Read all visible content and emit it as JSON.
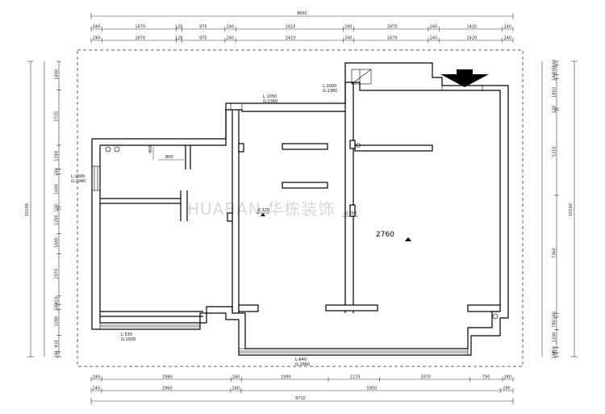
{
  "dimensions": {
    "top_total": "9660",
    "top_row1": [
      "240",
      "1670",
      "120",
      "970",
      "240",
      "2410",
      "240",
      "1670",
      "240",
      "1420",
      "240"
    ],
    "top_row2": [
      "240",
      "1670",
      "120",
      "970",
      "240",
      "2410",
      "240",
      "1670",
      "240",
      "1420",
      "240"
    ],
    "bottom_row1": [
      "240",
      "2960",
      "240",
      "1990",
      "1170",
      "2070",
      "750",
      "240"
    ],
    "bottom_row2": [
      "240",
      "2960",
      "240",
      "5950",
      "290"
    ],
    "bottom_total": "9710",
    "left_total": "10100",
    "left_col": [
      "1400",
      "2720",
      "1180",
      "240",
      "1600",
      "120",
      "1200",
      "1000",
      "2070",
      "410",
      "240",
      "1280",
      "810",
      "240"
    ],
    "right_col": [
      "240",
      "600",
      "240",
      "1850",
      "120",
      "5310",
      "7360",
      "240",
      "780",
      "1100",
      "350",
      "240"
    ],
    "right_total": "10100"
  },
  "annotations": {
    "door_width": "800",
    "door_height": "400",
    "window_left_l": "L:1000",
    "window_left_g": "G:1940",
    "window_mid_l": "L:1050",
    "window_mid_g": "G:1360",
    "window_right_l": "L:1000",
    "window_right_g": "G:1360",
    "sill_left_l": "L:530",
    "sill_left_g": "G:1930",
    "sill_bottom_l": "L:640",
    "sill_bottom_g": "G:1660"
  },
  "levels": {
    "level_mid": "-0.320",
    "level_right": "-0.250",
    "ceiling_height": "2760"
  },
  "watermark": "HUABAN 华栋装饰",
  "colors": {
    "line": "#000000",
    "dim_line": "#333333",
    "watermark": "#d8d8d8"
  }
}
